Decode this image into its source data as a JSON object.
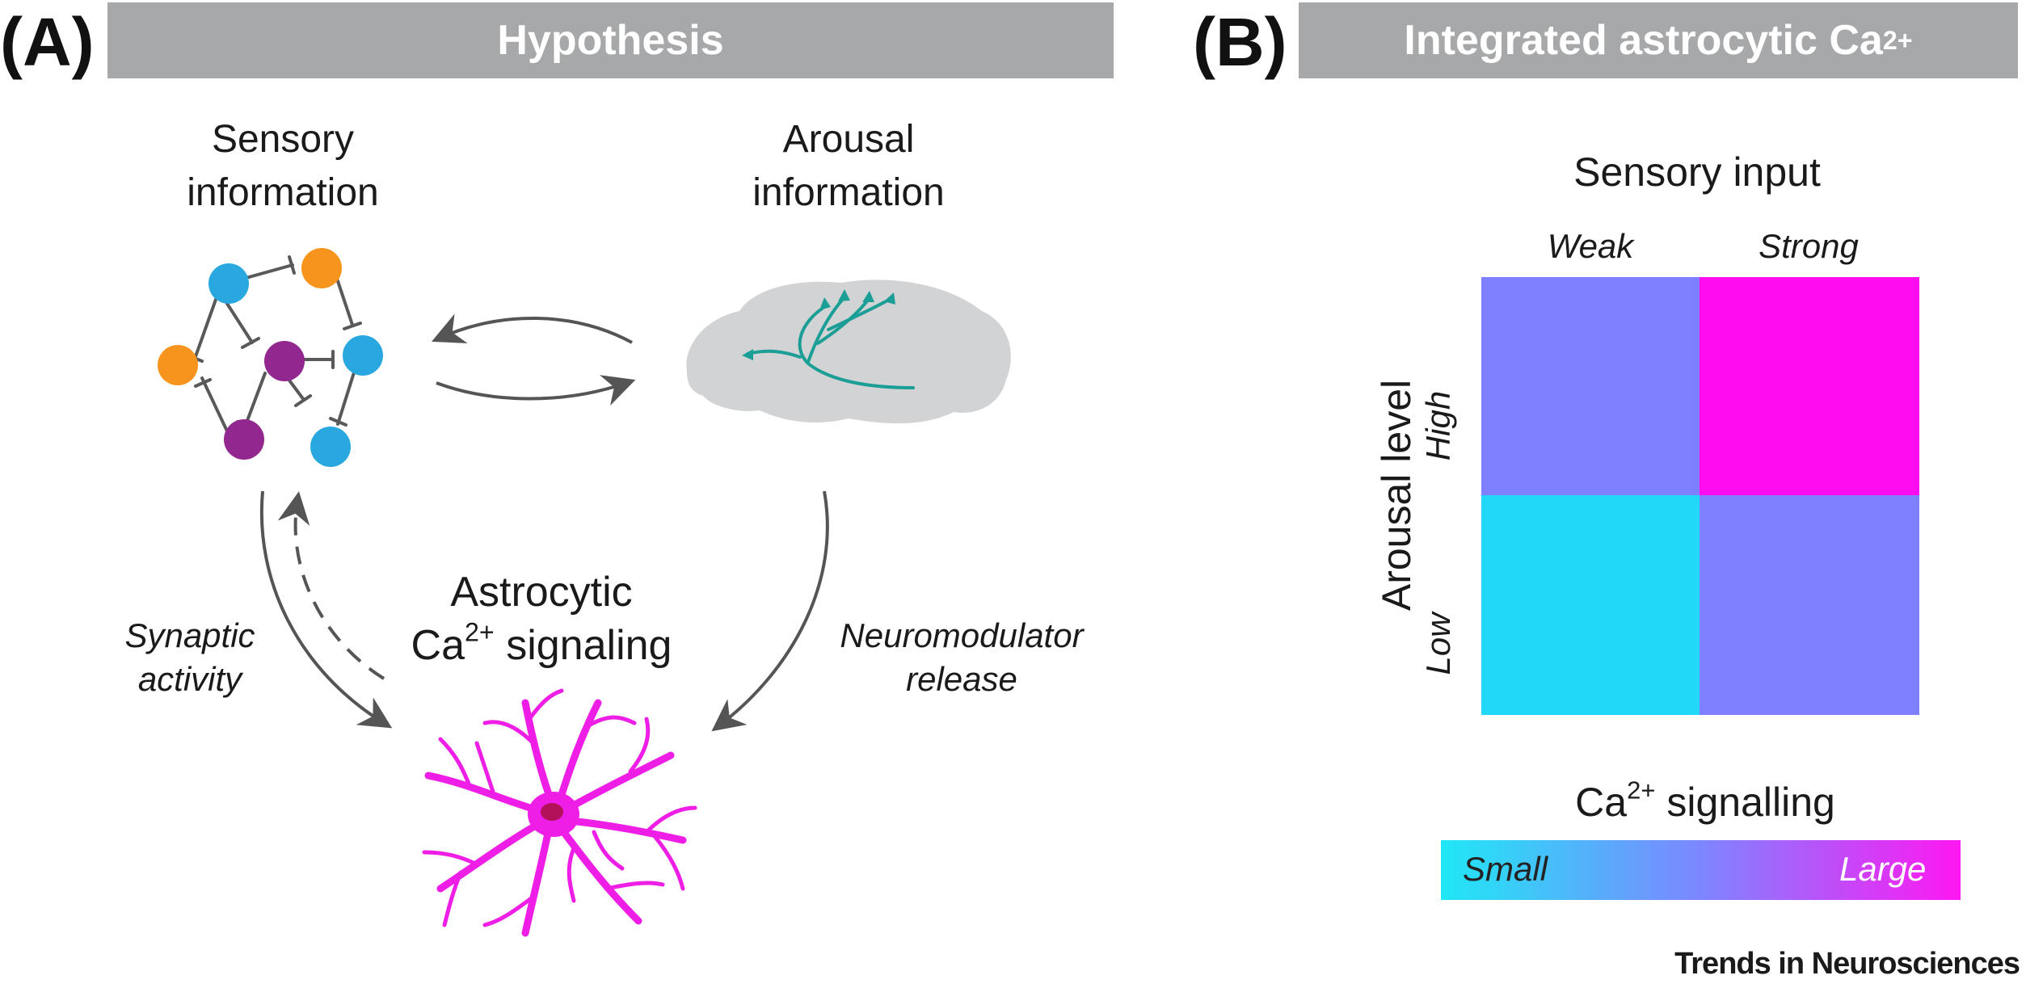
{
  "panel_a": {
    "letter": "(A)",
    "banner": "Hypothesis",
    "sensory_label": [
      "Sensory",
      "information"
    ],
    "arousal_label": [
      "Arousal",
      "information"
    ],
    "astro_label_line1": "Astrocytic",
    "astro_label_ca": "Ca",
    "astro_label_sup": "2+",
    "astro_label_rest": " signaling",
    "synaptic_label": [
      "Synaptic",
      "activity"
    ],
    "neuromod_label": [
      "Neuromodulator",
      "release"
    ]
  },
  "panel_b": {
    "letter": "(B)",
    "banner_text": "Integrated astrocytic Ca",
    "banner_sup": "2+",
    "sensory_input": "Sensory input",
    "col_weak": "Weak",
    "col_strong": "Strong",
    "arousal_level": "Arousal level",
    "row_high": "High",
    "row_low": "Low",
    "scale_title_ca": "Ca",
    "scale_title_sup": "2+",
    "scale_title_rest": " signalling",
    "scale_small": "Small",
    "scale_large": "Large"
  },
  "grid_values": {
    "high_weak": "medium",
    "high_strong": "large",
    "low_weak": "small",
    "low_strong": "medium"
  },
  "colors": {
    "banner": "#a7a8aa",
    "small": "#22d8f8",
    "medium": "#7f80ff",
    "large": "#ff0df0",
    "neuron_blue": "#29a8e0",
    "neuron_orange": "#f7941d",
    "neuron_purple": "#92278f",
    "brain": "#d1d3d4",
    "axon": "#1a9e96",
    "astrocyte": "#ee1ee6",
    "arrow": "#555555"
  },
  "footer": "Trends in Neurosciences"
}
